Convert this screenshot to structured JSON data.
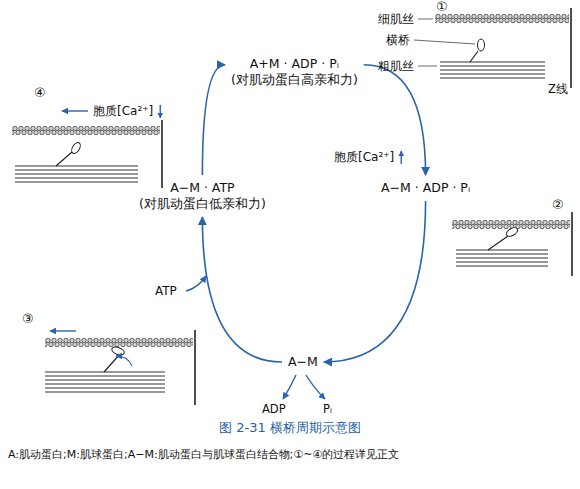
{
  "diagram": {
    "caption": "图 2-31 横桥周期示意图",
    "nodes": [
      {
        "text": [
          "A+M · ADP · Pᵢ",
          "(对肌动蛋白高亲和力)"
        ]
      },
      {
        "text": [
          "A−M · ADP · Pᵢ"
        ]
      },
      {
        "text": [
          "A−M"
        ]
      },
      {
        "text": [
          "A−M · ATP",
          "(对肌动蛋白低亲和力)"
        ]
      }
    ],
    "edges": [
      {
        "from": 0,
        "to": 1,
        "arrow": "to",
        "label": "胞质[Ca²⁺]"
      },
      {
        "from": 1,
        "to": 2,
        "arrow": "to"
      },
      {
        "from": 2,
        "to": 3,
        "arrow": "to",
        "label": "ATP"
      },
      {
        "from": 3,
        "to": 0,
        "arrow": "to",
        "label": "胞质[Ca²⁺]"
      }
    ],
    "labels": [
      "①",
      "细肌丝",
      "横桥",
      "粗肌丝",
      "Z线",
      "②",
      "③",
      "④",
      "ADP",
      "Pᵢ",
      "A:肌动蛋白;M:肌球蛋白;A−M:肌动蛋白与肌球蛋白结合物;①~④的过程详见正文"
    ]
  }
}
